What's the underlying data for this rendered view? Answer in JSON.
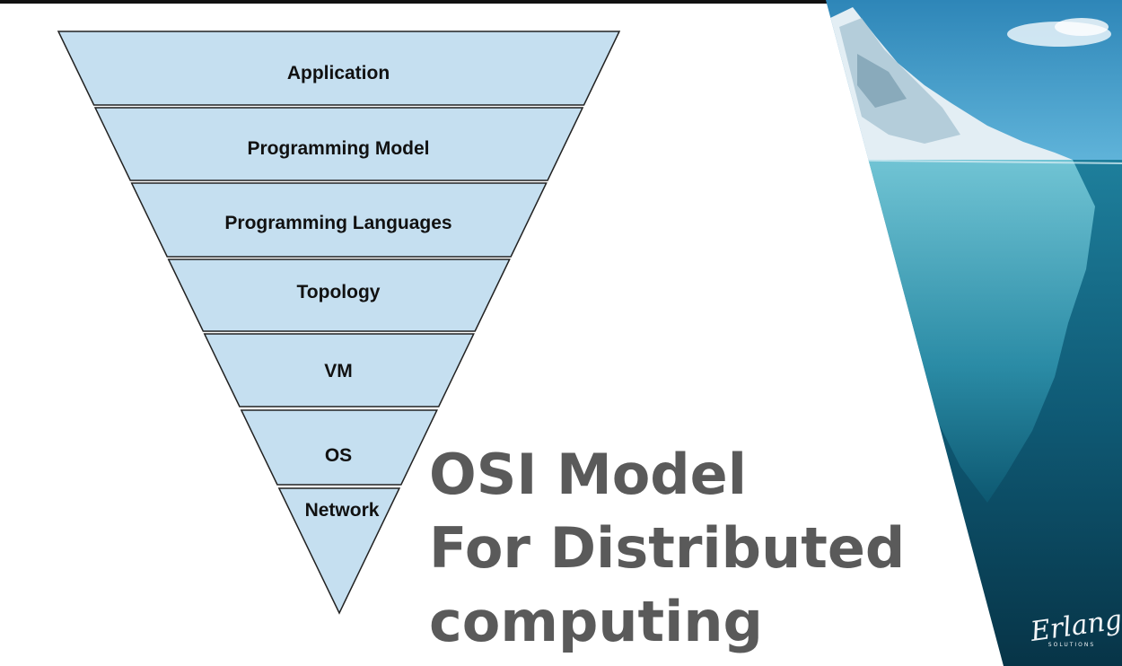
{
  "layers": [
    "Application",
    "Programming Model",
    "Programming Languages",
    "Topology",
    "VM",
    "OS",
    "Network"
  ],
  "title_lines": [
    "OSI Model",
    "For Distributed",
    "computing"
  ],
  "brand": {
    "logo_text": "Erlang",
    "logo_subtext": "SOLUTIONS"
  },
  "colors": {
    "layer_fill": "#c5dff0",
    "layer_stroke": "#222222",
    "title": "#5a5a5a",
    "background": "#ffffff"
  }
}
